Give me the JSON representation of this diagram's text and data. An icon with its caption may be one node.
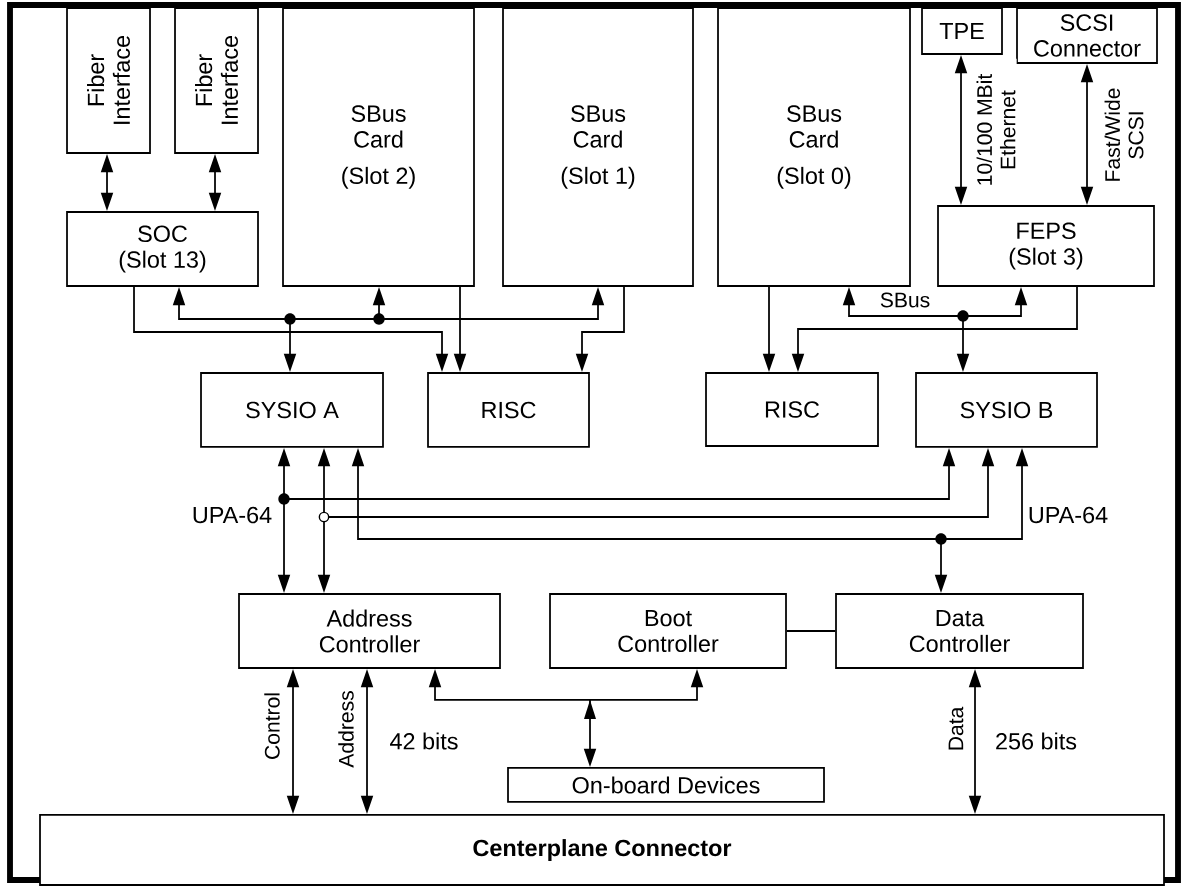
{
  "diagram": {
    "nodes": [
      {
        "text": [
          "Fiber Interface"
        ]
      },
      {
        "text": [
          "Fiber Interface"
        ]
      },
      {
        "text": [
          "SOC",
          "(Slot 13)"
        ]
      },
      {
        "text": [
          "SBus Card",
          "(Slot 2)"
        ]
      },
      {
        "text": [
          "SBus Card",
          "(Slot 1)"
        ]
      },
      {
        "text": [
          "SBus Card",
          "(Slot 0)"
        ]
      },
      {
        "text": [
          "TPE"
        ]
      },
      {
        "text": [
          "SCSI Connector"
        ]
      },
      {
        "text": [
          "FEPS",
          "(Slot 3)"
        ]
      },
      {
        "text": [
          "SYSIO A"
        ]
      },
      {
        "text": [
          "RISC"
        ]
      },
      {
        "text": [
          "RISC"
        ]
      },
      {
        "text": [
          "SYSIO B"
        ]
      },
      {
        "text": [
          "Address Controller"
        ]
      },
      {
        "text": [
          "Boot Controller"
        ]
      },
      {
        "text": [
          "Data Controller"
        ]
      },
      {
        "text": [
          "On-board Devices"
        ]
      },
      {
        "text": [
          "Centerplane Connector"
        ]
      }
    ],
    "edges": [
      {
        "from": 0,
        "to": 2,
        "arrow": "both"
      },
      {
        "from": 1,
        "to": 2,
        "arrow": "both"
      },
      {
        "from": 6,
        "to": 8,
        "arrow": "both",
        "label": "10/100 MBit Ethernet"
      },
      {
        "from": 7,
        "to": 8,
        "arrow": "both",
        "label": "Fast/Wide SCSI"
      },
      {
        "from": 9,
        "to": 2,
        "arrow": "both"
      },
      {
        "from": 9,
        "to": 3,
        "arrow": "both"
      },
      {
        "from": 9,
        "to": 4,
        "arrow": "both"
      },
      {
        "from": 2,
        "to": 10,
        "arrow": "to"
      },
      {
        "from": 3,
        "to": 10,
        "arrow": "to"
      },
      {
        "from": 4,
        "to": 10,
        "arrow": "to"
      },
      {
        "from": 12,
        "to": 5,
        "arrow": "both",
        "label": "SBus"
      },
      {
        "from": 12,
        "to": 8,
        "arrow": "both"
      },
      {
        "from": 5,
        "to": 11,
        "arrow": "to"
      },
      {
        "from": 8,
        "to": 11,
        "arrow": "to"
      },
      {
        "from": 13,
        "to": 9,
        "arrow": "both"
      },
      {
        "from": 13,
        "to": 12,
        "arrow": "both"
      },
      {
        "from": 13,
        "to": 9,
        "arrow": "both"
      },
      {
        "from": 13,
        "to": 12,
        "arrow": "both"
      },
      {
        "from": 9,
        "to": 12,
        "arrow": "both"
      },
      {
        "from": 9,
        "to": 15,
        "arrow": "both"
      },
      {
        "from": 12,
        "to": 15,
        "arrow": "both"
      },
      {
        "from": 14,
        "to": 15,
        "arrow": "none"
      },
      {
        "from": 13,
        "to": 16,
        "arrow": "both"
      },
      {
        "from": 14,
        "to": 16,
        "arrow": "both"
      },
      {
        "from": 13,
        "to": 17,
        "arrow": "both",
        "label": "Control"
      },
      {
        "from": 13,
        "to": 17,
        "arrow": "both",
        "label": "Address"
      },
      {
        "from": 15,
        "to": 17,
        "arrow": "both",
        "label": "Data"
      }
    ],
    "labels": [
      "UPA-64",
      "UPA-64",
      "42 bits",
      "256 bits"
    ]
  }
}
